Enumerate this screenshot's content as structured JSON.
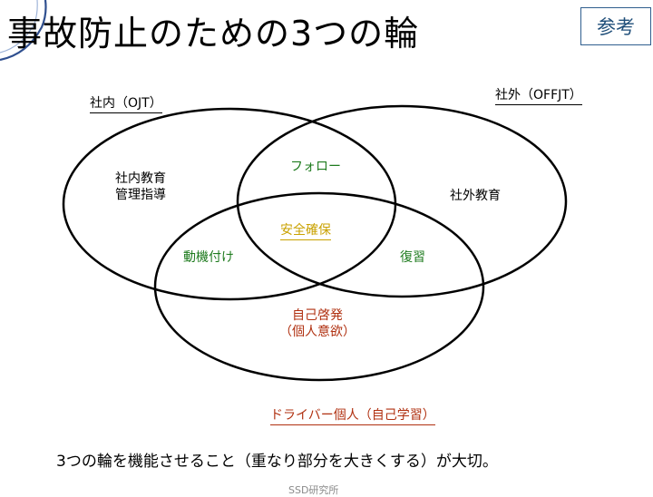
{
  "page": {
    "title": "事故防止のための3つの輪",
    "badge": "参考"
  },
  "diagram": {
    "circles": {
      "ojt": {
        "label": "社内（OJT）",
        "content_line1": "社内教育",
        "content_line2": "管理指導"
      },
      "offjt": {
        "label": "社外（OFFJT）",
        "content": "社外教育"
      },
      "self": {
        "label": "ドライバー個人（自己学習）",
        "content_line1": "自己啓発",
        "content_line2": "（個人意欲）"
      }
    },
    "overlaps": {
      "ojt_offjt": "フォロー",
      "ojt_self": "動機付け",
      "offjt_self": "復習",
      "all_three": "安全確保"
    },
    "colors": {
      "outline": "#000000",
      "overlap_pair": "#1e7b1e",
      "overlap_center": "#c9a100",
      "self_circle_text": "#b03010"
    }
  },
  "footer": {
    "note": "3つの輪を機能させること（重なり部分を大きくする）が大切。",
    "credit": "SSD研究所"
  }
}
